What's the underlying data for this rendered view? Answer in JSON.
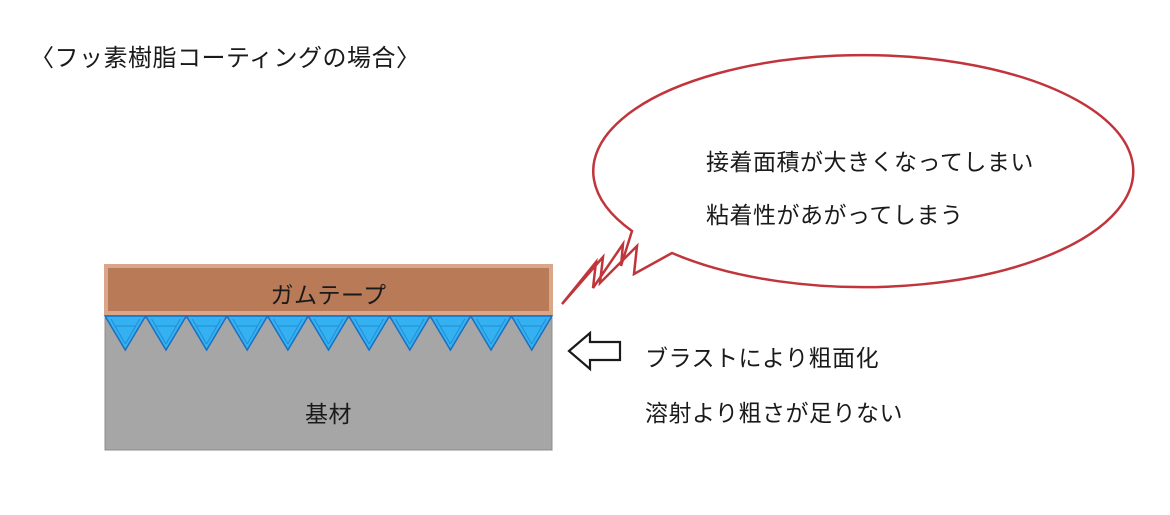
{
  "heading": "〈フッ素樹脂コーティングの場合〉",
  "layers": {
    "tape": "ガムテープ",
    "base": "基材"
  },
  "bubble": {
    "line1": "接着面積が大きくなってしまい",
    "line2": "粘着性があがってしまう"
  },
  "note": {
    "line1": "ブラストにより粗面化",
    "line2": "溶射より粗さが足りない"
  },
  "colors": {
    "tape_fill": "#b87a57",
    "tape_border": "#d9a68a",
    "adhesive_line": "#e0323c",
    "coating_fill": "#33b1f0",
    "coating_edge": "#1b6fc0",
    "base_fill": "#a6a6a6",
    "base_border": "#8c8c8c",
    "bubble_stroke": "#c0353b"
  }
}
